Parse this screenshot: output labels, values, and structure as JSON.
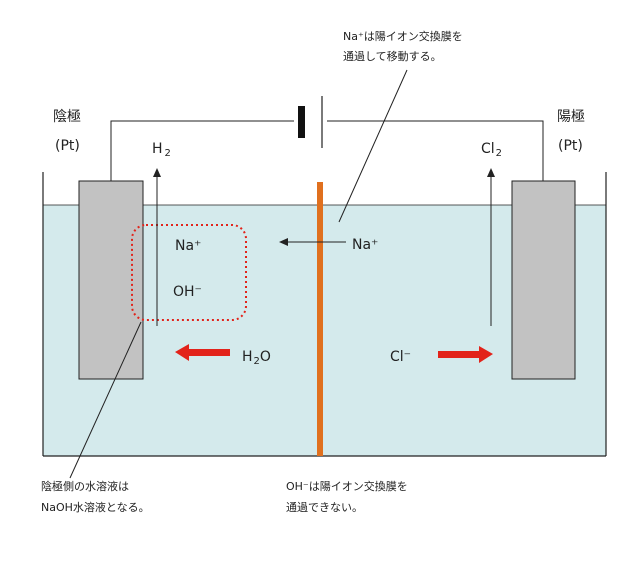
{
  "labels": {
    "cathode_name": "陰極",
    "cathode_material": "(Pt)",
    "anode_name": "陽極",
    "anode_material": "(Pt)",
    "h2_base": "H",
    "h2_sub": "2",
    "cl2_base": "Cl",
    "cl2_sub": "2",
    "na_left": "Na⁺",
    "oh_left": "OH⁻",
    "na_right": "Na⁺",
    "h2o_base": "H",
    "h2o_sub": "2",
    "h2o_tail": "O",
    "cl_ion": "Cl⁻"
  },
  "notes": {
    "membrane_top_line1": "Na⁺は陽イオン交換膜を",
    "membrane_top_line2": "通過して移動する。",
    "cathode_solution_line1": "陰極側の水溶液は",
    "cathode_solution_line2": "NaOH水溶液となる。",
    "oh_block_line1": "OH⁻は陽イオン交換膜を",
    "oh_block_line2": "通過できない。"
  },
  "colors": {
    "solution": "#d4eaec",
    "electrode": "#c2c2c2",
    "membrane": "#e0701e",
    "arrow_red": "#e2231a",
    "dotted_box": "#e2231a",
    "line": "#222222"
  }
}
